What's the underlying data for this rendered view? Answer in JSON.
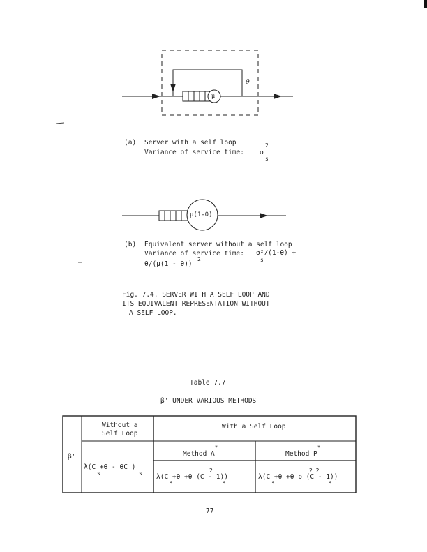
{
  "figure": {
    "a": {
      "label": "(a)",
      "line1": "Server with a self loop",
      "line2": "Variance of service time:",
      "sigma": "σ",
      "sup": "2",
      "sub": "s",
      "theta": "θ",
      "mu": "μ"
    },
    "b": {
      "label": "(b)",
      "line1": "Equivalent server without a self loop",
      "line2_pre": "Variance of service time:",
      "line2_expr": "σ²/(1-θ) +",
      "line2_sub": "s",
      "line3": "θ/(μ(1 - θ))",
      "line3_sup": "2",
      "server": "μ(1-θ)"
    },
    "caption": {
      "line1": "Fig. 7.4.  SERVER WITH A SELF LOOP AND",
      "line2": "ITS EQUIVALENT REPRESENTATION WITHOUT",
      "line3": "A SELF LOOP."
    }
  },
  "table": {
    "number": "Table 7.7",
    "title": "β' UNDER VARIOUS METHODS",
    "row_label": "β'",
    "without_header_1": "Without a",
    "without_header_2": "Self Loop",
    "with_header": "With a Self Loop",
    "method_a": "Method A",
    "method_p": "Method P",
    "asterisk": "*",
    "cell_without": "λ(C  +θ - θC  )",
    "cell_without_sub1": "s",
    "cell_without_sub2": "s",
    "cell_a": "λ(C  +θ +θ (C  - 1))",
    "cell_a_sup": "2",
    "cell_a_sub1": "s",
    "cell_a_sub2": "s",
    "cell_p": "λ(C  +θ +θ ρ (C  - 1))",
    "cell_p_sup": "2 2",
    "cell_p_sub1": "s",
    "cell_p_sub2": "s"
  },
  "page_number": "77"
}
